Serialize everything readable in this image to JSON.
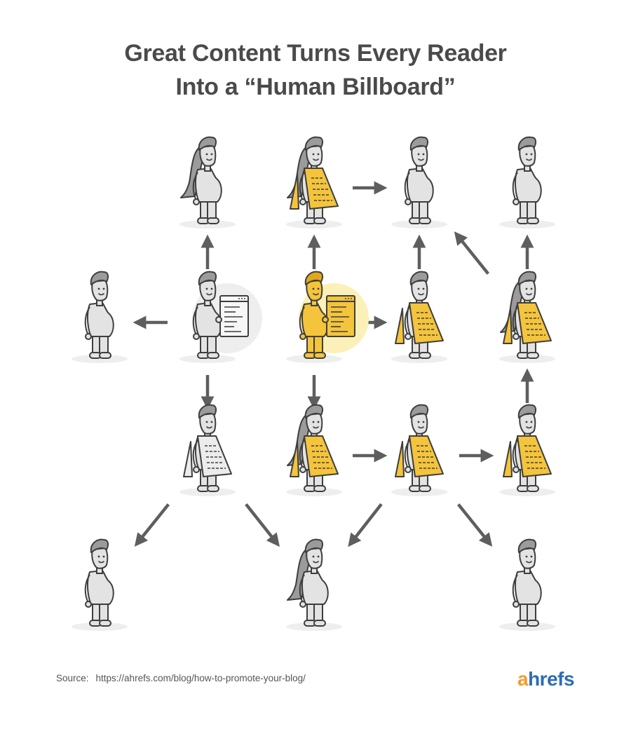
{
  "title": {
    "line1": "Great Content Turns Every Reader",
    "line2": "Into a “Human Billboard”"
  },
  "source": {
    "label": "Source:",
    "url": "https://ahrefs.com/blog/how-to-promote-your-blog/"
  },
  "logo": {
    "first_letter": "a",
    "rest": "hrefs"
  },
  "colors": {
    "gray_fill": "#e3e3e3",
    "outline": "#3e3e3e",
    "hair": "#9b9b9b",
    "gold": "#f4c43c",
    "gold_dark": "#e2a81b",
    "glow": "#fbf0b7",
    "halo": "#eeeeee",
    "arrow": "#5e5e5e",
    "shadow": "#eeeeee"
  },
  "people": [
    {
      "id": "r1c1",
      "row": 1,
      "col": 1,
      "style": "gray",
      "hair": "long",
      "prop": "none"
    },
    {
      "id": "r1c2",
      "row": 1,
      "col": 2,
      "style": "gray",
      "hair": "long",
      "prop": "yellow-bib"
    },
    {
      "id": "r1c3",
      "row": 1,
      "col": 3,
      "style": "gray",
      "hair": "short",
      "prop": "none"
    },
    {
      "id": "r1c4",
      "row": 1,
      "col": 4,
      "style": "gray",
      "hair": "short",
      "prop": "none"
    },
    {
      "id": "r2c0",
      "row": 2,
      "col": 0,
      "style": "gray",
      "hair": "short",
      "prop": "none"
    },
    {
      "id": "r2c1",
      "row": 2,
      "col": 1,
      "style": "gray",
      "hair": "short",
      "prop": "gray-document",
      "highlight": "gray-halo"
    },
    {
      "id": "r2c2",
      "row": 2,
      "col": 2,
      "style": "yellow",
      "hair": "short",
      "prop": "yellow-document",
      "highlight": "yellow-glow"
    },
    {
      "id": "r2c3",
      "row": 2,
      "col": 3,
      "style": "gray",
      "hair": "short",
      "prop": "yellow-bib"
    },
    {
      "id": "r2c4",
      "row": 2,
      "col": 4,
      "style": "gray",
      "hair": "long",
      "prop": "yellow-bib"
    },
    {
      "id": "r3c1",
      "row": 3,
      "col": 1,
      "style": "gray",
      "hair": "short",
      "prop": "gray-bib"
    },
    {
      "id": "r3c2",
      "row": 3,
      "col": 2,
      "style": "gray",
      "hair": "long",
      "prop": "yellow-bib"
    },
    {
      "id": "r3c3",
      "row": 3,
      "col": 3,
      "style": "gray",
      "hair": "short",
      "prop": "yellow-bib"
    },
    {
      "id": "r3c4",
      "row": 3,
      "col": 4,
      "style": "gray",
      "hair": "short",
      "prop": "yellow-bib"
    },
    {
      "id": "r4c0",
      "row": 4,
      "col": 0,
      "style": "gray",
      "hair": "short",
      "prop": "none"
    },
    {
      "id": "r4c2",
      "row": 4,
      "col": 2,
      "style": "gray",
      "hair": "long",
      "prop": "none"
    },
    {
      "id": "r4c4",
      "row": 4,
      "col": 4,
      "style": "gray",
      "hair": "short",
      "prop": "none"
    }
  ],
  "arrows": [
    {
      "from": "r2c1",
      "to": "r1c1"
    },
    {
      "from": "r2c2",
      "to": "r1c2"
    },
    {
      "from": "r1c2",
      "to": "r1c3"
    },
    {
      "from": "r2c3",
      "to": "r1c3"
    },
    {
      "from": "r2c4",
      "to": "r1c3"
    },
    {
      "from": "r2c4",
      "to": "r1c4"
    },
    {
      "from": "r2c1",
      "to": "r2c0"
    },
    {
      "from": "r2c2",
      "to": "r2c3"
    },
    {
      "from": "r2c1",
      "to": "r3c1"
    },
    {
      "from": "r2c2",
      "to": "r3c2"
    },
    {
      "from": "r3c4",
      "to": "r2c4"
    },
    {
      "from": "r3c2",
      "to": "r3c3"
    },
    {
      "from": "r3c3",
      "to": "r3c4"
    },
    {
      "from": "r3c1",
      "to": "r4c0"
    },
    {
      "from": "r3c1",
      "to": "r4c2"
    },
    {
      "from": "r3c3",
      "to": "r4c2"
    },
    {
      "from": "r3c3",
      "to": "r4c4"
    }
  ]
}
